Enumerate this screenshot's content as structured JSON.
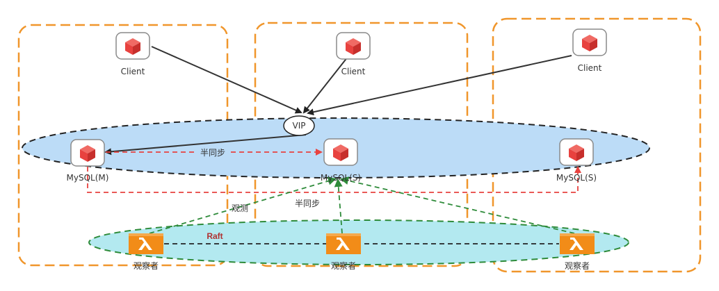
{
  "clients": [
    {
      "label": "Client"
    },
    {
      "label": "Client"
    },
    {
      "label": "Client"
    }
  ],
  "vip": {
    "label": "VIP"
  },
  "mysql": [
    {
      "label": "MySQL(M)"
    },
    {
      "label": "MySQL(S)"
    },
    {
      "label": "MySQL(S)"
    }
  ],
  "observers": [
    {
      "label": "观察者"
    },
    {
      "label": "观察者"
    },
    {
      "label": "观察者"
    }
  ],
  "edge_labels": {
    "semi_sync_top": "半同步",
    "semi_sync_bottom": "半同步",
    "observe": "观测",
    "raft": "Raft"
  },
  "colors": {
    "zone_border": "#f0962b",
    "db_ellipse_fill": "#bcdcf7",
    "db_ellipse_border": "#222222",
    "observer_ellipse_fill": "#b3e9f0",
    "observer_ellipse_border": "#2e8b3a",
    "client_arrow": "#333333",
    "replication_arrow": "#e8423f",
    "observe_arrow": "#2e8b3a",
    "raft_line": "#222222",
    "cube_red": "#e8423f",
    "lambda_orange": "#f28c18"
  }
}
